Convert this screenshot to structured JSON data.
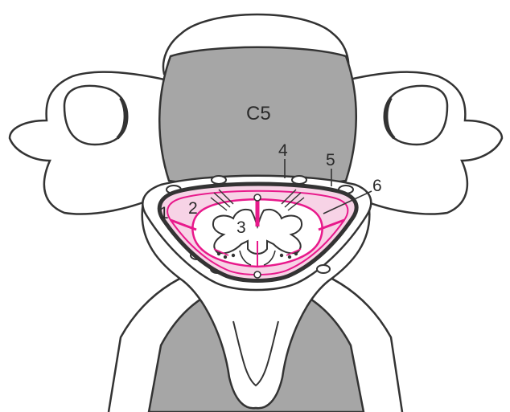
{
  "vertebra_label": "C5",
  "labels": [
    "1",
    "2",
    "3",
    "4",
    "5",
    "6"
  ],
  "colors": {
    "bone_fill": "#a6a6a6",
    "outline": "#333333",
    "pia_magenta": "#e8198b",
    "csf_pink": "#f7d3e6",
    "background": "#ffffff"
  }
}
